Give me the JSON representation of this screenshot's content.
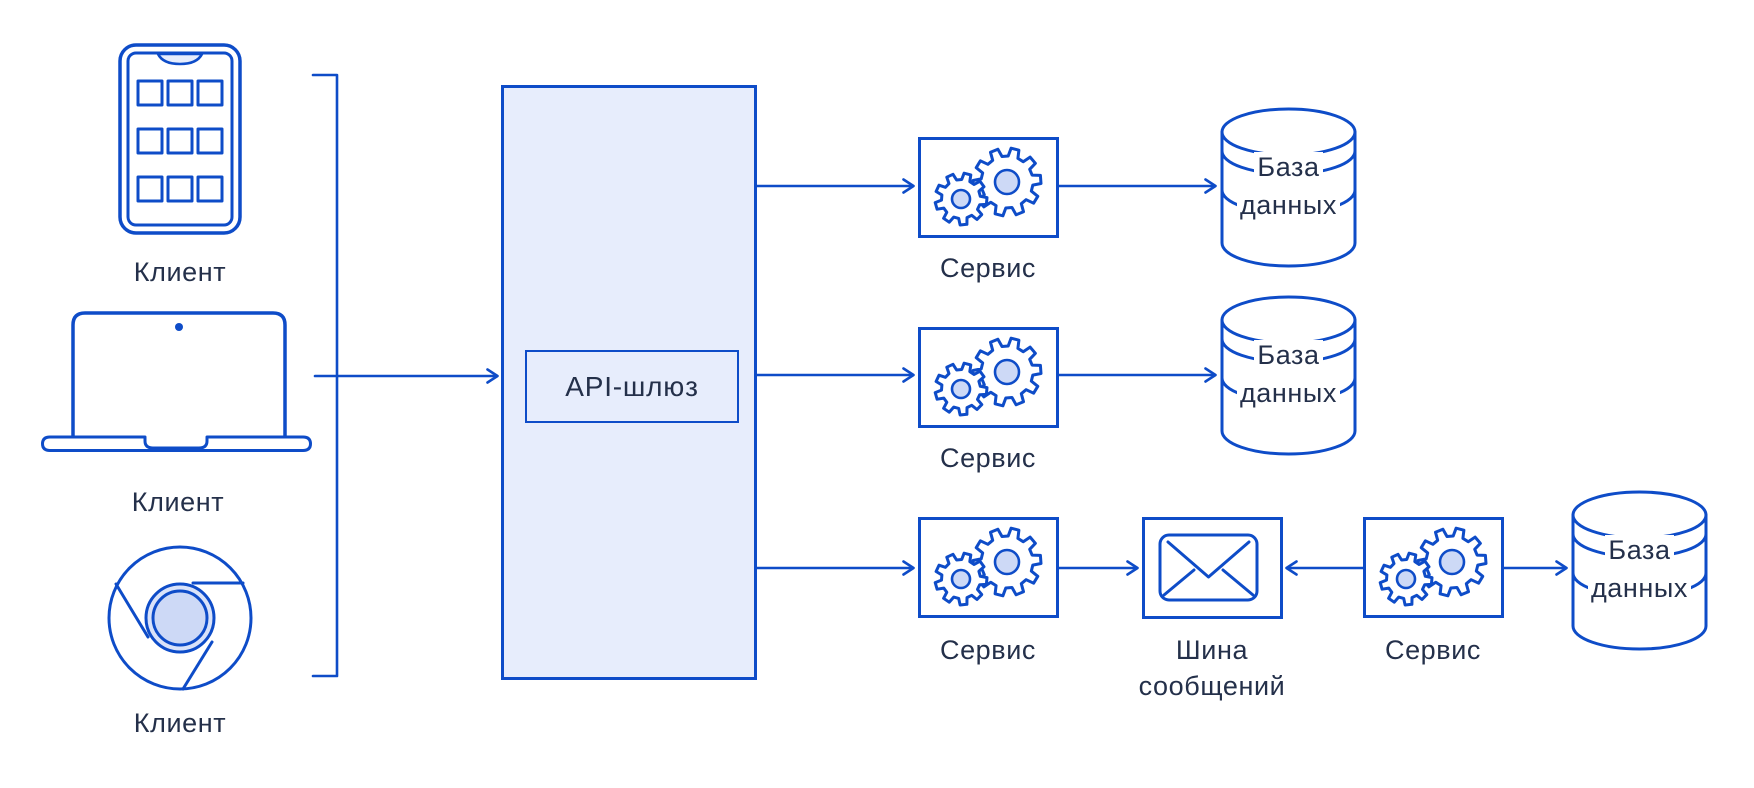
{
  "colors": {
    "line_blue": "#0e4cc8",
    "light_fill": "#e7edfc",
    "icon_fill": "#cdd9f6",
    "ring_fill": "#dae3f9",
    "text_navy": "#24304a"
  },
  "clients": [
    {
      "label": "Клиент",
      "icon": "smartphone-icon"
    },
    {
      "label": "Клиент",
      "icon": "laptop-icon"
    },
    {
      "label": "Клиент",
      "icon": "browser-icon"
    }
  ],
  "gateway": {
    "label": "API-шлюз"
  },
  "services": [
    {
      "label": "Сервис"
    },
    {
      "label": "Сервис"
    },
    {
      "label": "Сервис"
    },
    {
      "label": "Сервис"
    }
  ],
  "databases": [
    {
      "line1": "База",
      "line2": "данных"
    },
    {
      "line1": "База",
      "line2": "данных"
    },
    {
      "line1": "База",
      "line2": "данных"
    }
  ],
  "message_bus": {
    "line1": "Шина",
    "line2": "сообщений"
  }
}
